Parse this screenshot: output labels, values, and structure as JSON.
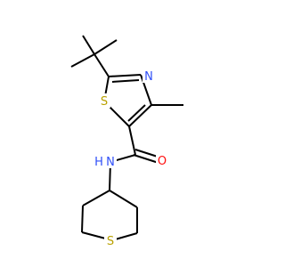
{
  "molecule": {
    "atoms": {
      "n_thiazole": {
        "symbol": "N",
        "color": "#3050F8"
      },
      "s_thiazole": {
        "symbol": "S",
        "color": "#B9A100"
      },
      "o_carbonyl": {
        "symbol": "O",
        "color": "#FF0D0D"
      },
      "n_amide": {
        "symbol": "N",
        "color": "#3050F8"
      },
      "h_amide": {
        "symbol": "H",
        "color": "#3050F8"
      },
      "s_thiane": {
        "symbol": "S",
        "color": "#B9A100"
      }
    },
    "bond_color": "#000000"
  }
}
